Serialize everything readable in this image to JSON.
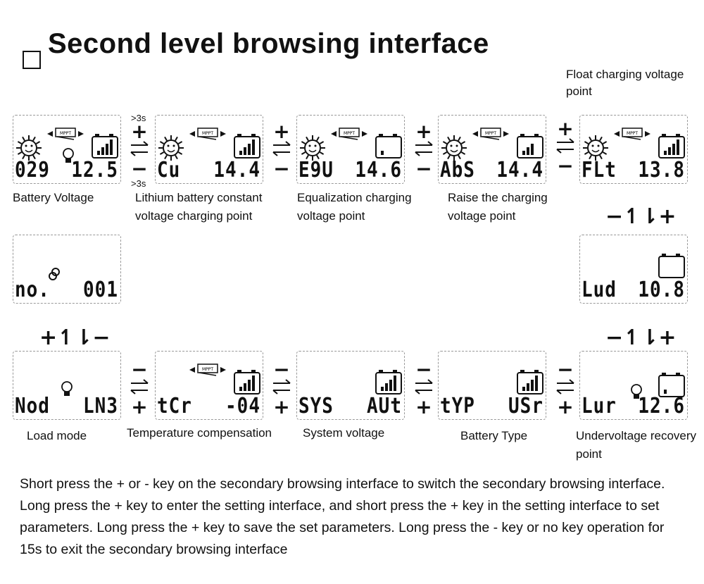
{
  "title": "Second level browsing interface",
  "float_label": "Float charging voltage point",
  "screens": [
    {
      "id": "battery-voltage",
      "left": "029",
      "right": "12.5",
      "label": "Battery Voltage"
    },
    {
      "id": "lithium-cv",
      "left": "Cu",
      "right": "14.4",
      "label": "Lithium battery constant\nvoltage charging point"
    },
    {
      "id": "equalization",
      "left": "E9U",
      "right": "14.6",
      "label": "Equalization charging\nvoltage point"
    },
    {
      "id": "raise",
      "left": "AbS",
      "right": "14.4",
      "label": "Raise the charging\nvoltage point"
    },
    {
      "id": "float",
      "left": "FLt",
      "right": "13.8",
      "label": ""
    },
    {
      "id": "no",
      "left": "no.",
      "right": "001",
      "label": ""
    },
    {
      "id": "undervoltage",
      "left": "Lud",
      "right": "10.8",
      "label": ""
    },
    {
      "id": "load-mode",
      "left": "Nod",
      "right": "LN3",
      "label": "Load mode"
    },
    {
      "id": "temp-comp",
      "left": "tCr",
      "right": "-04",
      "label": "Temperature compensation"
    },
    {
      "id": "system-voltage",
      "left": "SYS",
      "right": "AUt",
      "label": "System voltage"
    },
    {
      "id": "battery-type",
      "left": "tYP",
      "right": "USr",
      "label": "Battery Type"
    },
    {
      "id": "uv-recovery",
      "left": "Lur",
      "right": "12.6",
      "label": "Undervoltage recovery\npoint"
    }
  ],
  "arrows": {
    "plus": "+",
    "minus": "−",
    "long_press_top": ">3s",
    "long_press_bottom": ">3s"
  },
  "vertical_hints": {
    "right_top": "−↿⇂+",
    "left_mid": "+↿⇂−",
    "right_mid": "−↿⇂+"
  },
  "description": "Short press the + or - key on the secondary browsing interface to switch the secondary browsing interface. Long press the + key to enter the setting interface, and short press the + key in the setting interface to set parameters. Long press the + key to save the set parameters. Long press the - key or no key operation for 15s to exit the secondary browsing interface"
}
